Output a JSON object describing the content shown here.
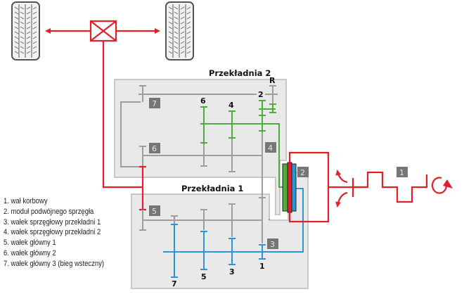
{
  "titles": {
    "gearbox2": "Przekładnia 2",
    "gearbox1": "Przekładnia 1"
  },
  "legend": [
    "1. wał korbowy",
    "2. moduł podwójnego sprzęgła",
    "3. wałek sprzęgłowy przekładni 1",
    "4. wałek sprzęgłowy przekładni 2",
    "5. wałek główny 1",
    "6. wałek główny 2",
    "7. wałek główny 3 (bieg wsteczny)"
  ],
  "number_boxes": {
    "crankshaft": "1",
    "clutch": "2",
    "input1": "3",
    "input2": "4",
    "main1": "5",
    "main2": "6",
    "main3": "7"
  },
  "gear_labels": {
    "gearbox2": {
      "g6": "6",
      "g4": "4",
      "g2": "2",
      "reverse": "R"
    },
    "gearbox1": {
      "g7": "7",
      "g5": "5",
      "g3": "3",
      "g1": "1"
    }
  },
  "colors": {
    "red": "#e3202a",
    "green": "#4caf3a",
    "blue": "#2b95d6",
    "gray_shaft": "#9e9e9e",
    "box_fill": "#e9e9e9",
    "box_stroke": "#c8c8c8",
    "numbox": "#767676"
  }
}
